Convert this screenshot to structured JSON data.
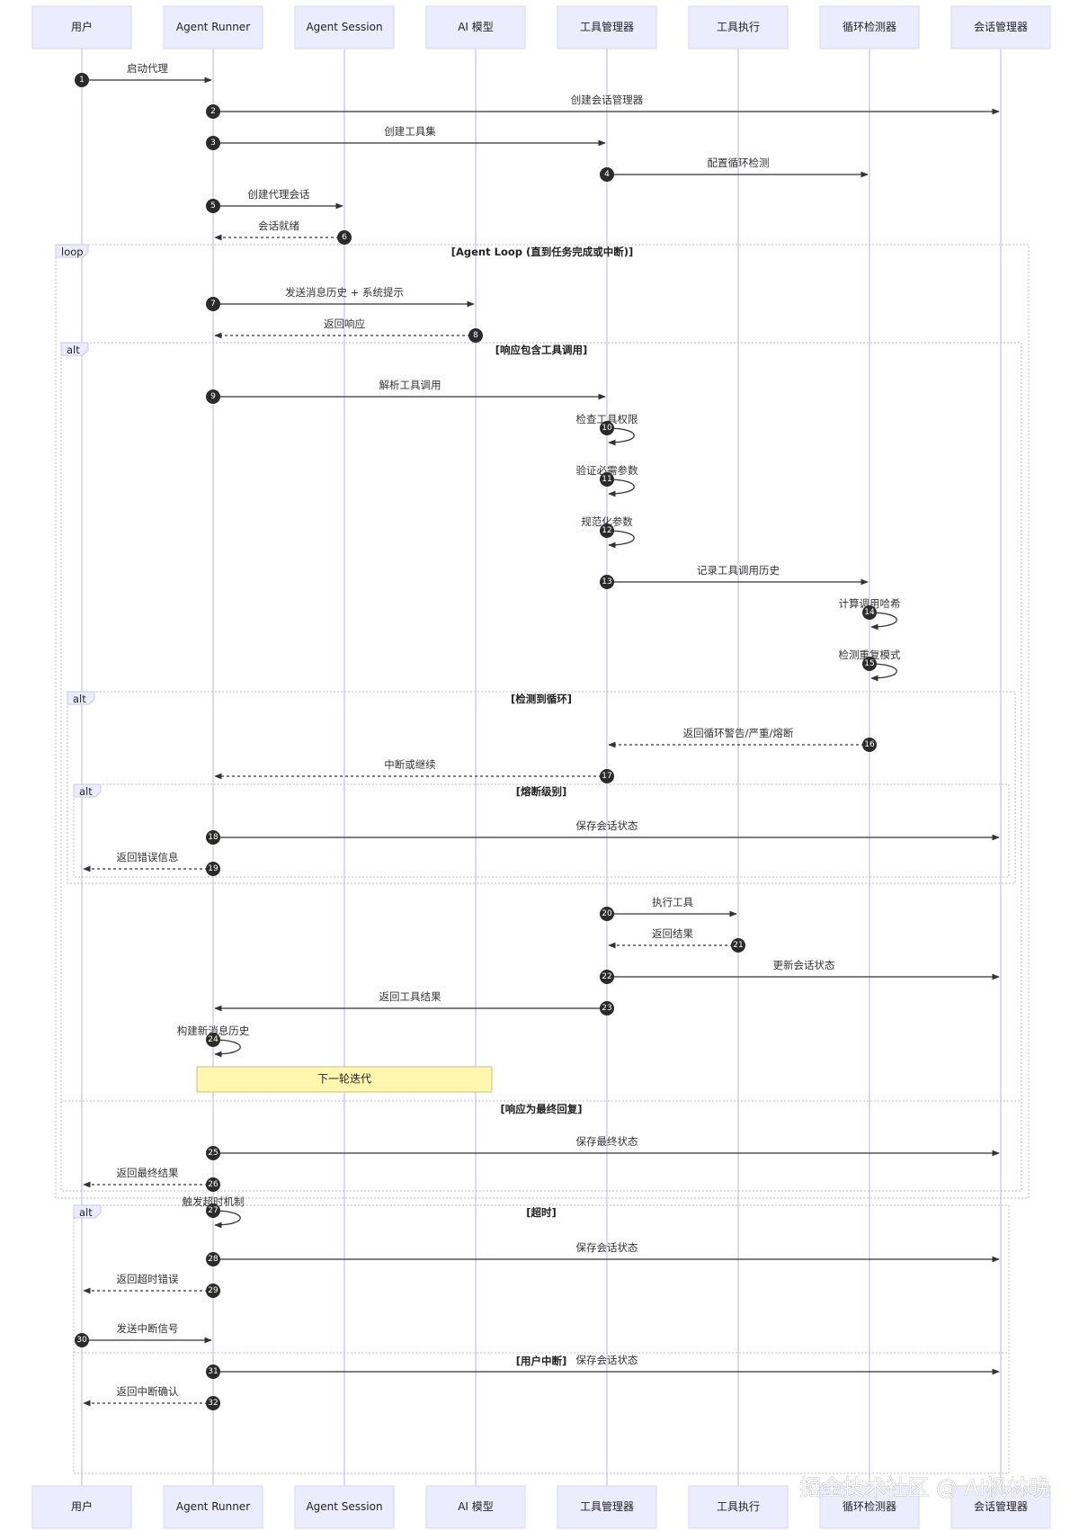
{
  "participants": [
    "用户",
    "Agent Runner",
    "Agent Session",
    "AI 模型",
    "工具管理器",
    "工具执行",
    "循环检测器",
    "会话管理器"
  ],
  "frames": [
    {
      "kind": "loop",
      "condition": "[Agent Loop (直到任务完成或中断)]"
    },
    {
      "kind": "alt",
      "condition": "[响应包含工具调用]",
      "else": "[响应为最终回复]"
    },
    {
      "kind": "alt",
      "condition": "[检测到循环]"
    },
    {
      "kind": "alt",
      "condition": "[熔断级别]"
    },
    {
      "kind": "alt",
      "condition": "[超时]",
      "else": "[用户中断]"
    }
  ],
  "messages": [
    {
      "n": 1,
      "from": 0,
      "to": 1,
      "label": "启动代理",
      "dashed": false
    },
    {
      "n": 2,
      "from": 1,
      "to": 7,
      "label": "创建会话管理器",
      "dashed": false
    },
    {
      "n": 3,
      "from": 1,
      "to": 4,
      "label": "创建工具集",
      "dashed": false
    },
    {
      "n": 4,
      "from": 4,
      "to": 6,
      "label": "配置循环检测",
      "dashed": false
    },
    {
      "n": 5,
      "from": 1,
      "to": 2,
      "label": "创建代理会话",
      "dashed": false
    },
    {
      "n": 6,
      "from": 2,
      "to": 1,
      "label": "会话就绪",
      "dashed": true
    },
    {
      "n": 7,
      "from": 1,
      "to": 3,
      "label": "发送消息历史 + 系统提示",
      "dashed": false
    },
    {
      "n": 8,
      "from": 3,
      "to": 1,
      "label": "返回响应",
      "dashed": true
    },
    {
      "n": 9,
      "from": 1,
      "to": 4,
      "label": "解析工具调用",
      "dashed": false
    },
    {
      "n": 10,
      "from": 4,
      "to": 4,
      "label": "检查工具权限",
      "dashed": false
    },
    {
      "n": 11,
      "from": 4,
      "to": 4,
      "label": "验证必需参数",
      "dashed": false
    },
    {
      "n": 12,
      "from": 4,
      "to": 4,
      "label": "规范化参数",
      "dashed": false
    },
    {
      "n": 13,
      "from": 4,
      "to": 6,
      "label": "记录工具调用历史",
      "dashed": false
    },
    {
      "n": 14,
      "from": 6,
      "to": 6,
      "label": "计算调用哈希",
      "dashed": false
    },
    {
      "n": 15,
      "from": 6,
      "to": 6,
      "label": "检测重复模式",
      "dashed": false
    },
    {
      "n": 16,
      "from": 6,
      "to": 4,
      "label": "返回循环警告/严重/熔断",
      "dashed": true
    },
    {
      "n": 17,
      "from": 4,
      "to": 1,
      "label": "中断或继续",
      "dashed": true
    },
    {
      "n": 18,
      "from": 1,
      "to": 7,
      "label": "保存会话状态",
      "dashed": false
    },
    {
      "n": 19,
      "from": 1,
      "to": 0,
      "label": "返回错误信息",
      "dashed": true
    },
    {
      "n": 20,
      "from": 4,
      "to": 5,
      "label": "执行工具",
      "dashed": false
    },
    {
      "n": 21,
      "from": 5,
      "to": 4,
      "label": "返回结果",
      "dashed": true
    },
    {
      "n": 22,
      "from": 4,
      "to": 7,
      "label": "更新会话状态",
      "dashed": false
    },
    {
      "n": 23,
      "from": 4,
      "to": 1,
      "label": "返回工具结果",
      "dashed": false
    },
    {
      "n": 24,
      "from": 1,
      "to": 1,
      "label": "构建新消息历史",
      "dashed": false
    },
    {
      "n": 25,
      "from": 1,
      "to": 7,
      "label": "保存最终状态",
      "dashed": false
    },
    {
      "n": 26,
      "from": 1,
      "to": 0,
      "label": "返回最终结果",
      "dashed": true
    },
    {
      "n": 27,
      "from": 1,
      "to": 1,
      "label": "触发超时机制",
      "dashed": false
    },
    {
      "n": 28,
      "from": 1,
      "to": 7,
      "label": "保存会话状态",
      "dashed": false
    },
    {
      "n": 29,
      "from": 1,
      "to": 0,
      "label": "返回超时错误",
      "dashed": true
    },
    {
      "n": 30,
      "from": 0,
      "to": 1,
      "label": "发送中断信号",
      "dashed": false
    },
    {
      "n": 31,
      "from": 1,
      "to": 7,
      "label": "保存会话状态",
      "dashed": false
    },
    {
      "n": 32,
      "from": 1,
      "to": 0,
      "label": "返回中断确认",
      "dashed": true
    }
  ],
  "note": {
    "text": "下一轮迭代"
  },
  "watermark": "掘金技术社区 @ AI枫林晚",
  "colors": {
    "actor_fill": "#ececff",
    "note_fill": "#fff6b0",
    "line": "#333333"
  }
}
